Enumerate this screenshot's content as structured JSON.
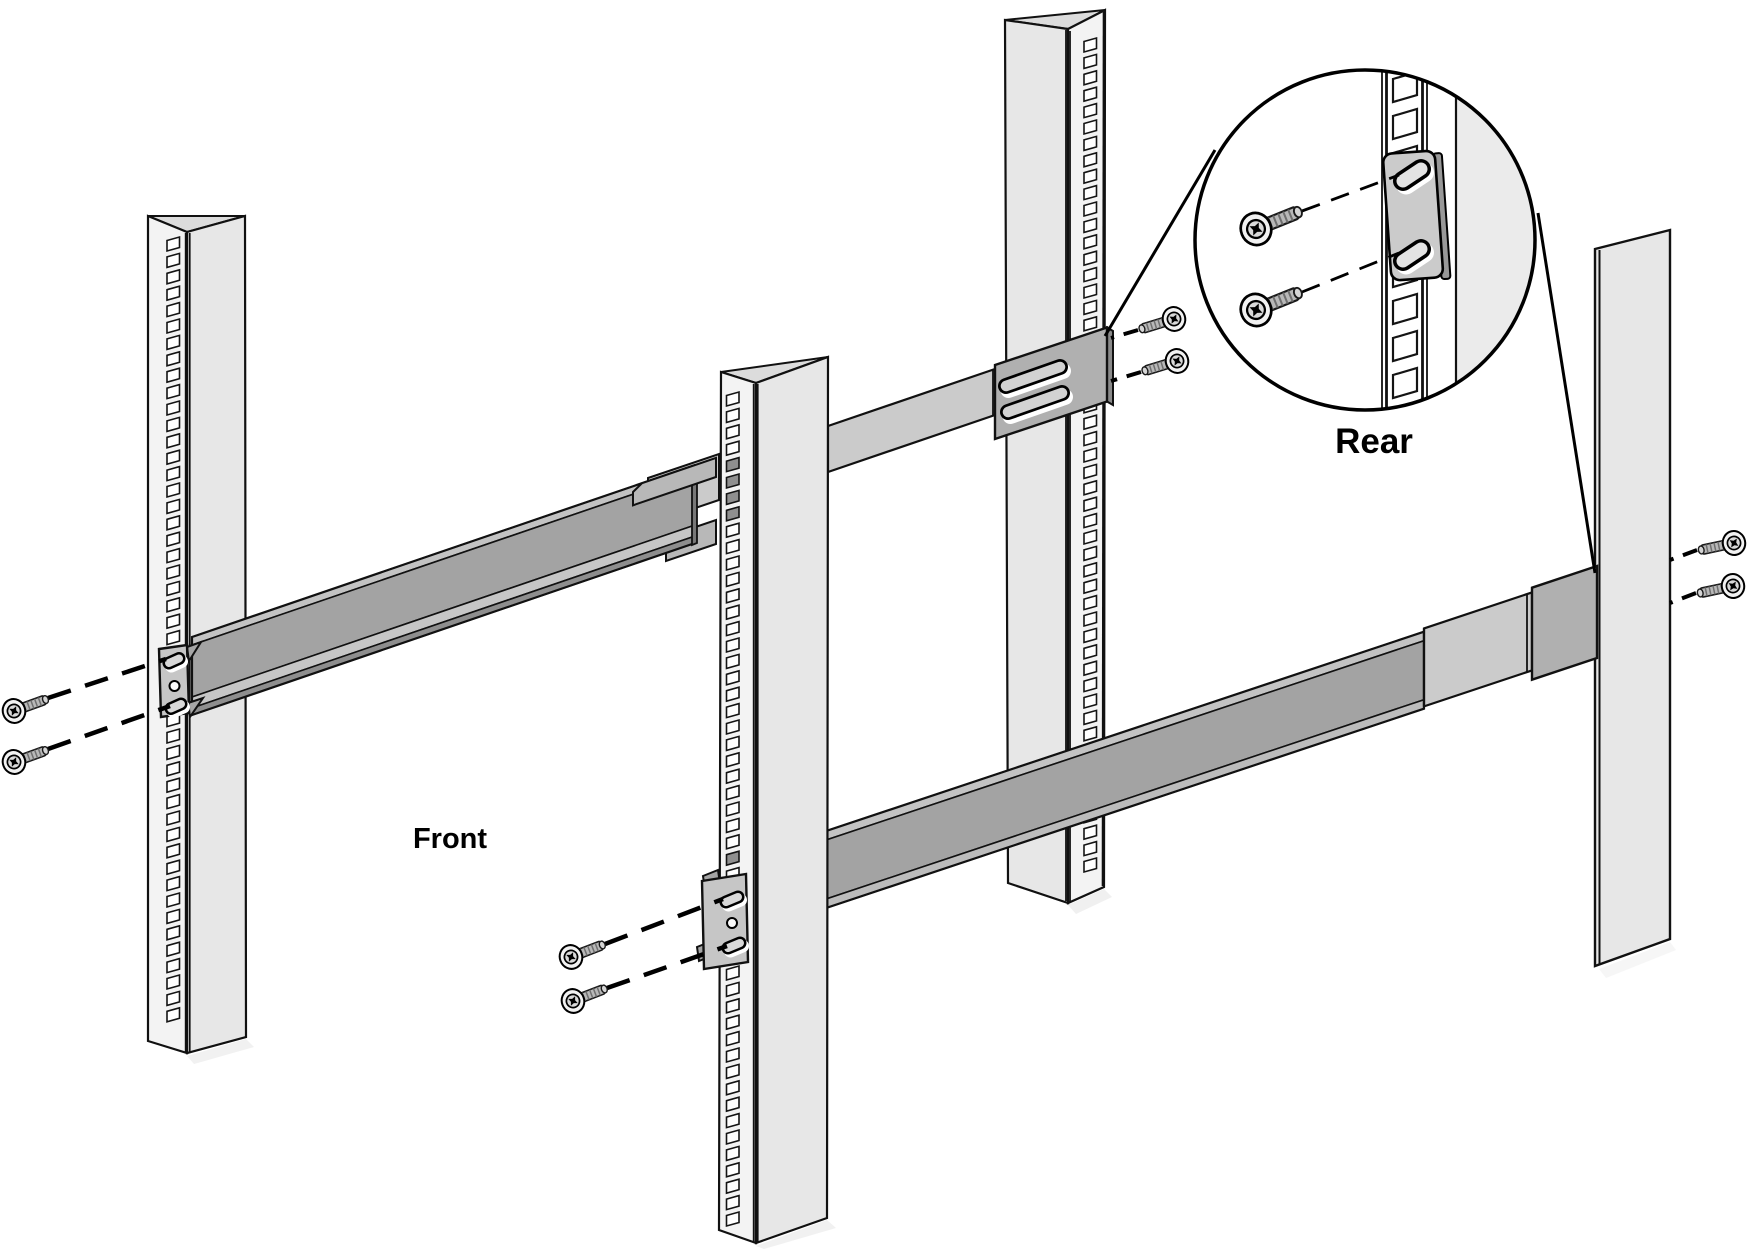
{
  "figure": {
    "type": "hardware-installation-diagram",
    "subject": "Rack mounting rails attached to four rack posts"
  },
  "labels": {
    "front": "Front",
    "rear": "Rear"
  },
  "detail_view": {
    "caption": "Rear",
    "shows": "rear bracket plate with two slots and two screws on rack post hole strip"
  },
  "colors": {
    "background": "#ffffff",
    "outline": "#111111",
    "post_face": "#e7e7e7",
    "post_strip_face": "#f3f3f3",
    "post_notch": "#dcdcdc",
    "rail_metal": "#a3a3a3",
    "rail_flange": "#c3c3c3",
    "rail_inner": "#cbcbcb",
    "bracket": "#c6c6c6",
    "plate": "#b0b0b0",
    "hole_dark": "#8f8f8f",
    "screw_head": "#f2f2f2",
    "screw_shaft": "#b8b8b8"
  }
}
